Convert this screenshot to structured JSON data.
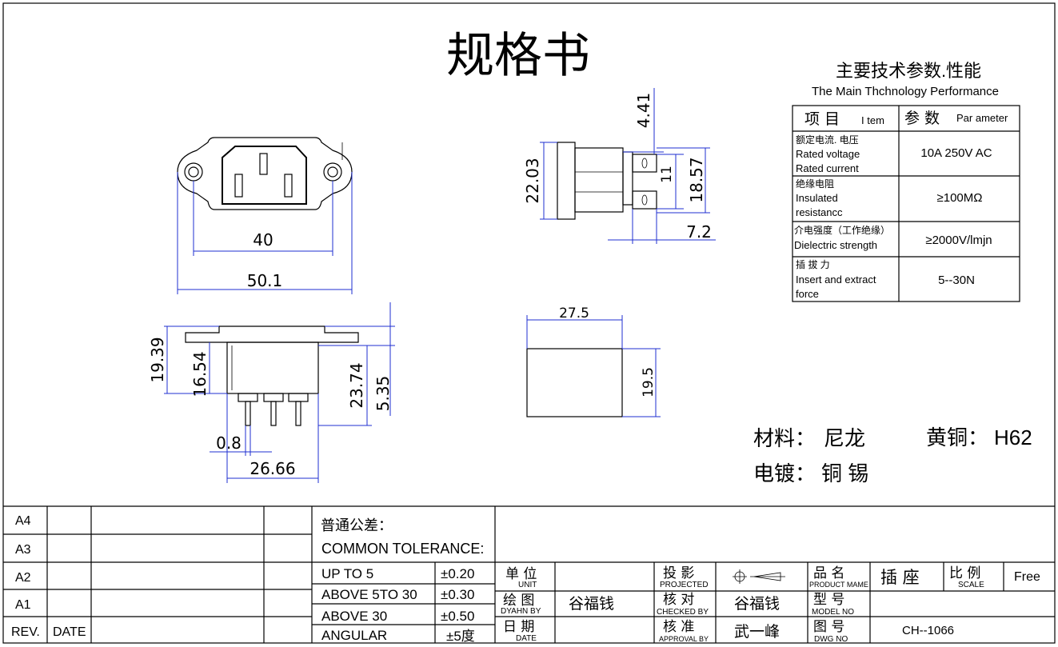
{
  "title": "规格书",
  "performance": {
    "heading_cn": "主要技术参数.性能",
    "heading_en": "The Main Thchnology  Performance",
    "col_item_cn": "项 目",
    "col_item_en": "I tem",
    "col_param_cn": "参 数",
    "col_param_en": "Par ameter",
    "rows": [
      {
        "label_cn": "额定电流. 电压",
        "label_en1": "Rated  voltage",
        "label_en2": "Rated  current",
        "value": "10A  250V  AC"
      },
      {
        "label_cn": "绝缘电阻",
        "label_en1": "Insulated",
        "label_en2": "resistancc",
        "value": "≥100MΩ"
      },
      {
        "label_cn": "介电强度（工作绝缘）",
        "label_en1": "Dielectric  strength",
        "label_en2": "",
        "value": "≥2000V/lmjn"
      },
      {
        "label_cn": "插 拔 力",
        "label_en1": "Insert  and   extract",
        "label_en2": "force",
        "value": "5--30N"
      }
    ]
  },
  "dimensions": {
    "d40": "40",
    "d50_1": "50.1",
    "d4_41": "4.41",
    "d22_03": "22.03",
    "d11": "11",
    "d18_57": "18.57",
    "d7_2": "7.2",
    "d19_39": "19.39",
    "d16_54": "16.54",
    "d23_74": "23.74",
    "d5_35": "5.35",
    "d0_8": "0.8",
    "d26_66": "26.66",
    "d27_5": "27.5",
    "d19_5": "19.5"
  },
  "materials": {
    "material_label": "材料：",
    "material_value": "尼龙",
    "brass_label": "黄铜：",
    "brass_value": "H62",
    "plating_label": "电镀：",
    "plating_value": "铜 锡"
  },
  "title_block": {
    "rev_rows": [
      "A4",
      "A3",
      "A2",
      "A1"
    ],
    "rev_label": "REV.",
    "date_label": "DATE",
    "tolerance_cn": "普通公差：",
    "tolerance_en": "COMMON TOLERANCE:",
    "tolerances": [
      {
        "range": "UP TO 5",
        "value": "±0.20"
      },
      {
        "range": "ABOVE 5TO 30",
        "value": "±0.30"
      },
      {
        "range": "ABOVE 30",
        "value": "±0.50"
      },
      {
        "range": "ANGULAR",
        "value": "±5度"
      }
    ],
    "unit_cn": "单 位",
    "unit_en": "UNIT",
    "drawn_cn": "绘 图",
    "drawn_en": "DYAHN BY",
    "drawn_value": "谷福钱",
    "date_cn": "日 期",
    "date_en": "DATE",
    "projected_cn": "投 影",
    "projected_en": "PROJECTED",
    "checked_cn": "核 对",
    "checked_en": "CHECKED BY",
    "checked_value": "谷福钱",
    "approval_cn": "核 准",
    "approval_en": "APPROVAL BY",
    "approval_value": "武一峰",
    "product_cn": "品 名",
    "product_en": "PRODUCT MAME",
    "product_value": "插 座",
    "model_cn": "型 号",
    "model_en": "MODEL NO",
    "dwg_cn": "图 号",
    "dwg_en": "DWG NO",
    "dwg_value": "CH--1066",
    "scale_cn": "比 例",
    "scale_en": "SCALE",
    "scale_value": "Free"
  }
}
